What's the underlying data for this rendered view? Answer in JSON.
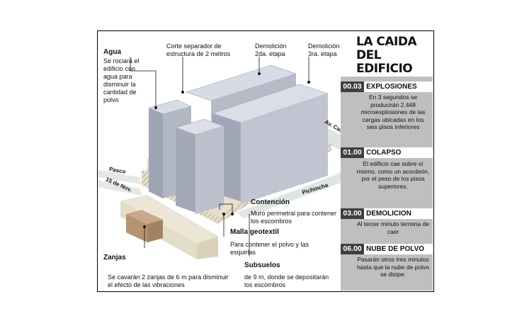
{
  "title": "LA CAIDA DEL EDIFICIO",
  "labels": {
    "corte": "Corte separador de estructura de 2 metros",
    "demo2": "Demolición 2da. etapa",
    "demo3": "Demolición 3ra. etapa",
    "agua_title": "Agua",
    "agua_text": "Se rociará el edificio con agua para disminuir la cantidad de polvo",
    "contencion_title": "Contención",
    "contencion_text": "Muro perimetral para contener los escombros",
    "malla_title": "Malla geotextil",
    "malla_text": "Para contener el polvo y las esquirlas",
    "zanjas_title": "Zanjas",
    "zanjas_text": "Se cavarán 2 zanjas de 6 m para disminuir el efecto de las vibraciones",
    "subsuelos_title": "Subsuelos",
    "subsuelos_text": "de 9 m, donde se depositarán los escombros"
  },
  "streets": {
    "casero": "Av. Caseros",
    "pasco": "Pasco",
    "nov": "15 de Nov.",
    "pichincha": "Pichincha"
  },
  "timeline": [
    {
      "time": "00.03",
      "label": "EXPLOSIONES",
      "text": "En 3 segundos se producirán 2.448 microexplosiones de las cargas ubicadas en los seis pisos inferiores"
    },
    {
      "time": "01.00",
      "label": "COLAPSO",
      "text": "El edificio cae sobre sí mismo, como un acordeón, por el peso de los pisos superiores."
    },
    {
      "time": "03.00",
      "label": "DEMOLICION",
      "text": "Al tercer minuto termina de caer"
    },
    {
      "time": "06.00",
      "label": "NUBE DE POLVO",
      "text": "Pasarán otros tres minutos hasta que la nube de polvo se disipe."
    }
  ],
  "colors": {
    "sidebar": "#bfbfbf",
    "timecode_bg": "#3f3f3f",
    "building": "#b8bcc8",
    "ground": "#ddd6c2"
  }
}
